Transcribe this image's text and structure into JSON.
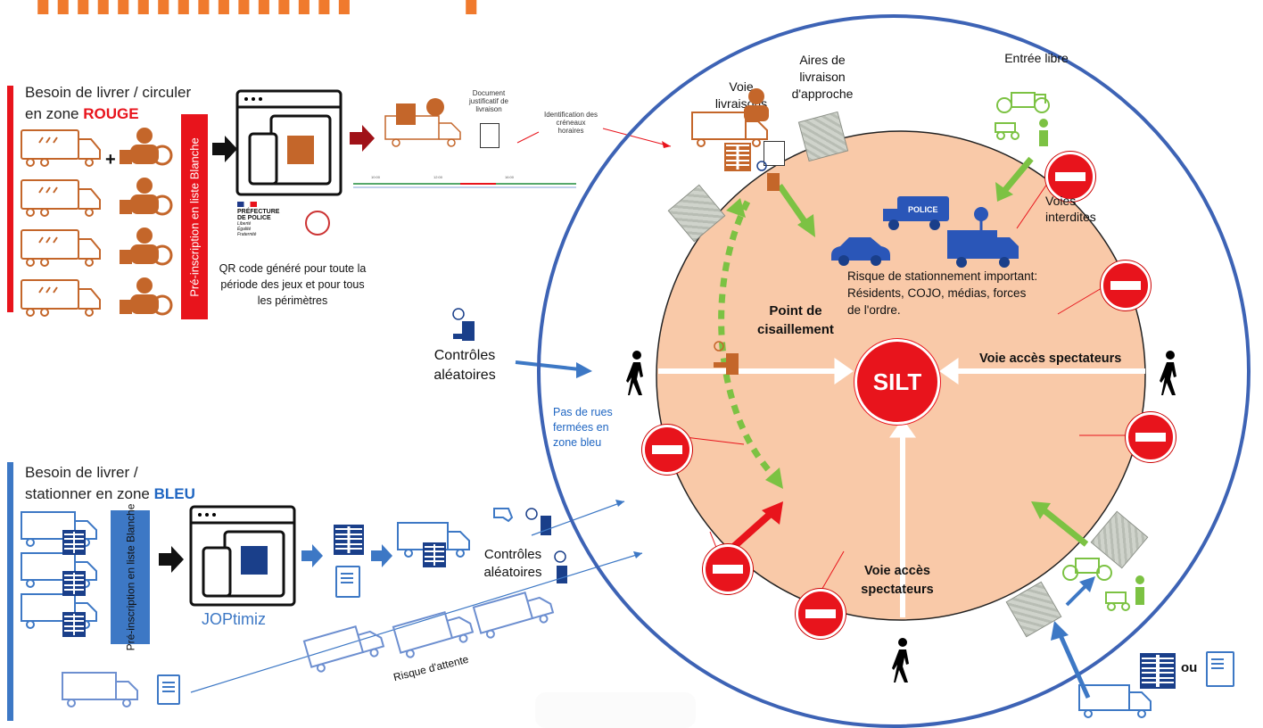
{
  "colors": {
    "rouge": "#e8141c",
    "bleu": "#1f66c2",
    "zone_fill": "#f9c9a8",
    "ring": "#3d63b5",
    "arrow_green": "#7cc243",
    "title": "#f07a2d"
  },
  "rouge_section": {
    "line1": "Besoin de livrer / circuler",
    "line2_prefix": "en zone ",
    "line2_zone": "ROUGE",
    "plus": "+",
    "preinscription": "Pré-inscription en liste Blanche",
    "prefecture_line1": "PRÉFECTURE",
    "prefecture_line2": "DE POLICE",
    "prefecture_motto": "Liberté Égalité Fraternité",
    "qr_note": "QR code généré pour toute la période des jeux et pour tous les périmètres",
    "doc_label": "Document justificatif de livraison",
    "slot_label": "Identification des créneaux horaires"
  },
  "bleu_section": {
    "line1": "Besoin de livrer /",
    "line2_prefix": "stationner en zone ",
    "line2_zone": "BLEU",
    "preinscription": "Pré-inscription en liste Blanche",
    "app_name": "JOPtimiz",
    "controles": "Contrôles aléatoires",
    "attente": "Risque d'attente"
  },
  "controles_center": "Contrôles aléatoires",
  "pas_de_rues": "Pas de rues fermées en zone bleu",
  "zone": {
    "voie_livraisons": "Voie livraisons",
    "aires": "Aires de livraison d'approche",
    "entree_libre": "Entrée libre",
    "voies_interdites": "Voies interdites",
    "police": "POLICE",
    "risque_stationnement": "Risque de stationnement important: Résidents, COJO, médias, forces de l'ordre.",
    "point_cisaillement": "Point de cisaillement",
    "silt": "SILT",
    "voie_acces_right": "Voie accès spectateurs",
    "voie_acces_bottom": "Voie accès spectateurs",
    "ou": "ou"
  },
  "icons": [
    "truck-icon",
    "driver-icon",
    "qr-code-icon",
    "tablet-icon",
    "document-icon",
    "police-officer-icon",
    "pedestrian-icon",
    "no-entry-icon",
    "police-van-icon",
    "car-icon",
    "media-truck-icon",
    "bike-icon",
    "scanner-icon"
  ]
}
